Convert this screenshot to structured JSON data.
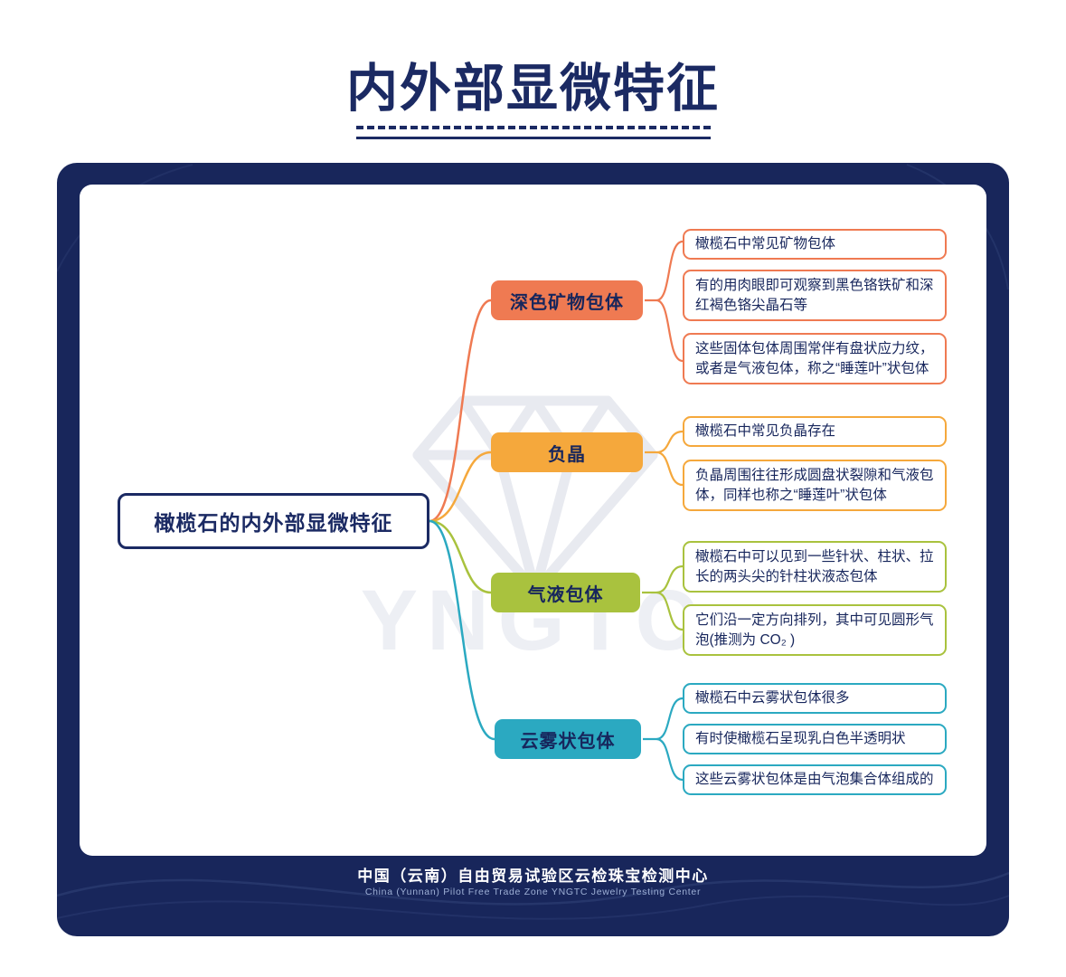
{
  "page": {
    "title": "内外部显微特征",
    "watermark": "YNGTC",
    "footer": {
      "org_cn": "中国（云南）自由贸易试验区云检珠宝检测中心",
      "org_en": "China (Yunnan) Pilot Free Trade Zone  YNGTC Jewelry Testing Center"
    }
  },
  "colors": {
    "navy": "#1B2A63",
    "frame_navy": "#18265B",
    "coral": "#EF7A52",
    "amber": "#F5A83C",
    "green": "#A9C23E",
    "teal": "#2BA9C1"
  },
  "mindmap": {
    "root": "橄榄石的内外部显微特征",
    "branches": [
      {
        "label": "深色矿物包体",
        "color": "#EF7A52",
        "leaves": [
          "橄榄石中常见矿物包体",
          "有的用肉眼即可观察到黑色铬铁矿和深红褐色铬尖晶石等",
          "这些固体包体周围常伴有盘状应力纹，或者是气液包体，称之“睡莲叶”状包体"
        ]
      },
      {
        "label": "负晶",
        "color": "#F5A83C",
        "leaves": [
          "橄榄石中常见负晶存在",
          "负晶周围往往形成圆盘状裂隙和气液包体，同样也称之“睡莲叶”状包体"
        ]
      },
      {
        "label": "气液包体",
        "color": "#A9C23E",
        "leaves": [
          "橄榄石中可以见到一些针状、柱状、拉长的两头尖的针柱状液态包体",
          "它们沿一定方向排列，其中可见圆形气泡(推测为 CO₂ )"
        ]
      },
      {
        "label": "云雾状包体",
        "color": "#2BA9C1",
        "leaves": [
          "橄榄石中云雾状包体很多",
          "有时使橄榄石呈现乳白色半透明状",
          "这些云雾状包体是由气泡集合体组成的"
        ]
      }
    ]
  }
}
